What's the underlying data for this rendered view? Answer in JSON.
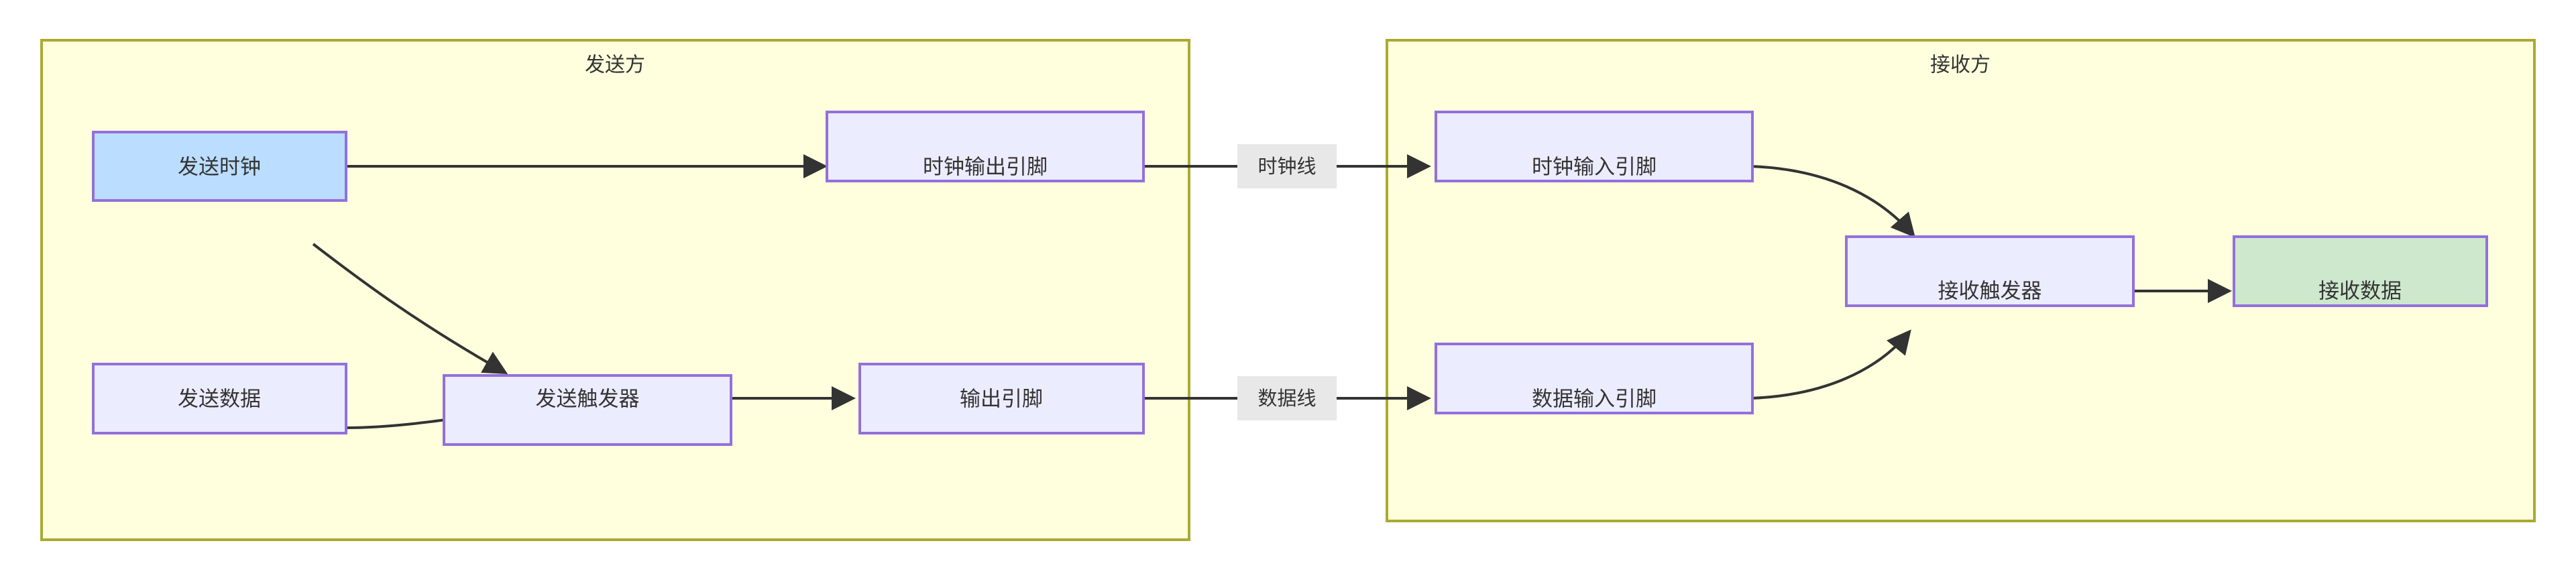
{
  "diagram": {
    "type": "flowchart",
    "direction": "left-to-right",
    "background": "#ffffff",
    "colors": {
      "cluster_fill": "#ffffde",
      "cluster_stroke": "#aaaa33",
      "node_fill": "#ececff",
      "node_stroke": "#9370db",
      "node_fill_clock": "#bbddff",
      "node_fill_data": "#cde8cd",
      "edge_stroke": "#333333",
      "edge_label_bg": "#e8e8e8",
      "text": "#333333"
    },
    "clusters": [
      {
        "id": "sender",
        "title": "发送方"
      },
      {
        "id": "receiver",
        "title": "接收方"
      }
    ],
    "nodes": [
      {
        "id": "send-clock",
        "label": "发送时钟",
        "cluster": "sender",
        "style": "accent-blue"
      },
      {
        "id": "clock-out-pin",
        "label": "时钟输出引脚",
        "cluster": "sender",
        "style": "default"
      },
      {
        "id": "send-data",
        "label": "发送数据",
        "cluster": "sender",
        "style": "default"
      },
      {
        "id": "send-trigger",
        "label": "发送触发器",
        "cluster": "sender",
        "style": "default"
      },
      {
        "id": "out-pin",
        "label": "输出引脚",
        "cluster": "sender",
        "style": "default"
      },
      {
        "id": "clock-in-pin",
        "label": "时钟输入引脚",
        "cluster": "receiver",
        "style": "default"
      },
      {
        "id": "data-in-pin",
        "label": "数据输入引脚",
        "cluster": "receiver",
        "style": "default"
      },
      {
        "id": "receive-trigger",
        "label": "接收触发器",
        "cluster": "receiver",
        "style": "default"
      },
      {
        "id": "receive-data",
        "label": "接收数据",
        "cluster": "receiver",
        "style": "accent-green"
      }
    ],
    "edges": [
      {
        "from": "send-clock",
        "to": "clock-out-pin",
        "label": ""
      },
      {
        "from": "send-clock",
        "to": "send-trigger",
        "label": ""
      },
      {
        "from": "send-data",
        "to": "send-trigger",
        "label": ""
      },
      {
        "from": "send-trigger",
        "to": "out-pin",
        "label": ""
      },
      {
        "from": "clock-out-pin",
        "to": "clock-in-pin",
        "label": "时钟线"
      },
      {
        "from": "out-pin",
        "to": "data-in-pin",
        "label": "数据线"
      },
      {
        "from": "clock-in-pin",
        "to": "receive-trigger",
        "label": ""
      },
      {
        "from": "data-in-pin",
        "to": "receive-trigger",
        "label": ""
      },
      {
        "from": "receive-trigger",
        "to": "receive-data",
        "label": ""
      }
    ],
    "edge_labels": {
      "clock_line": "时钟线",
      "data_line": "数据线"
    }
  }
}
